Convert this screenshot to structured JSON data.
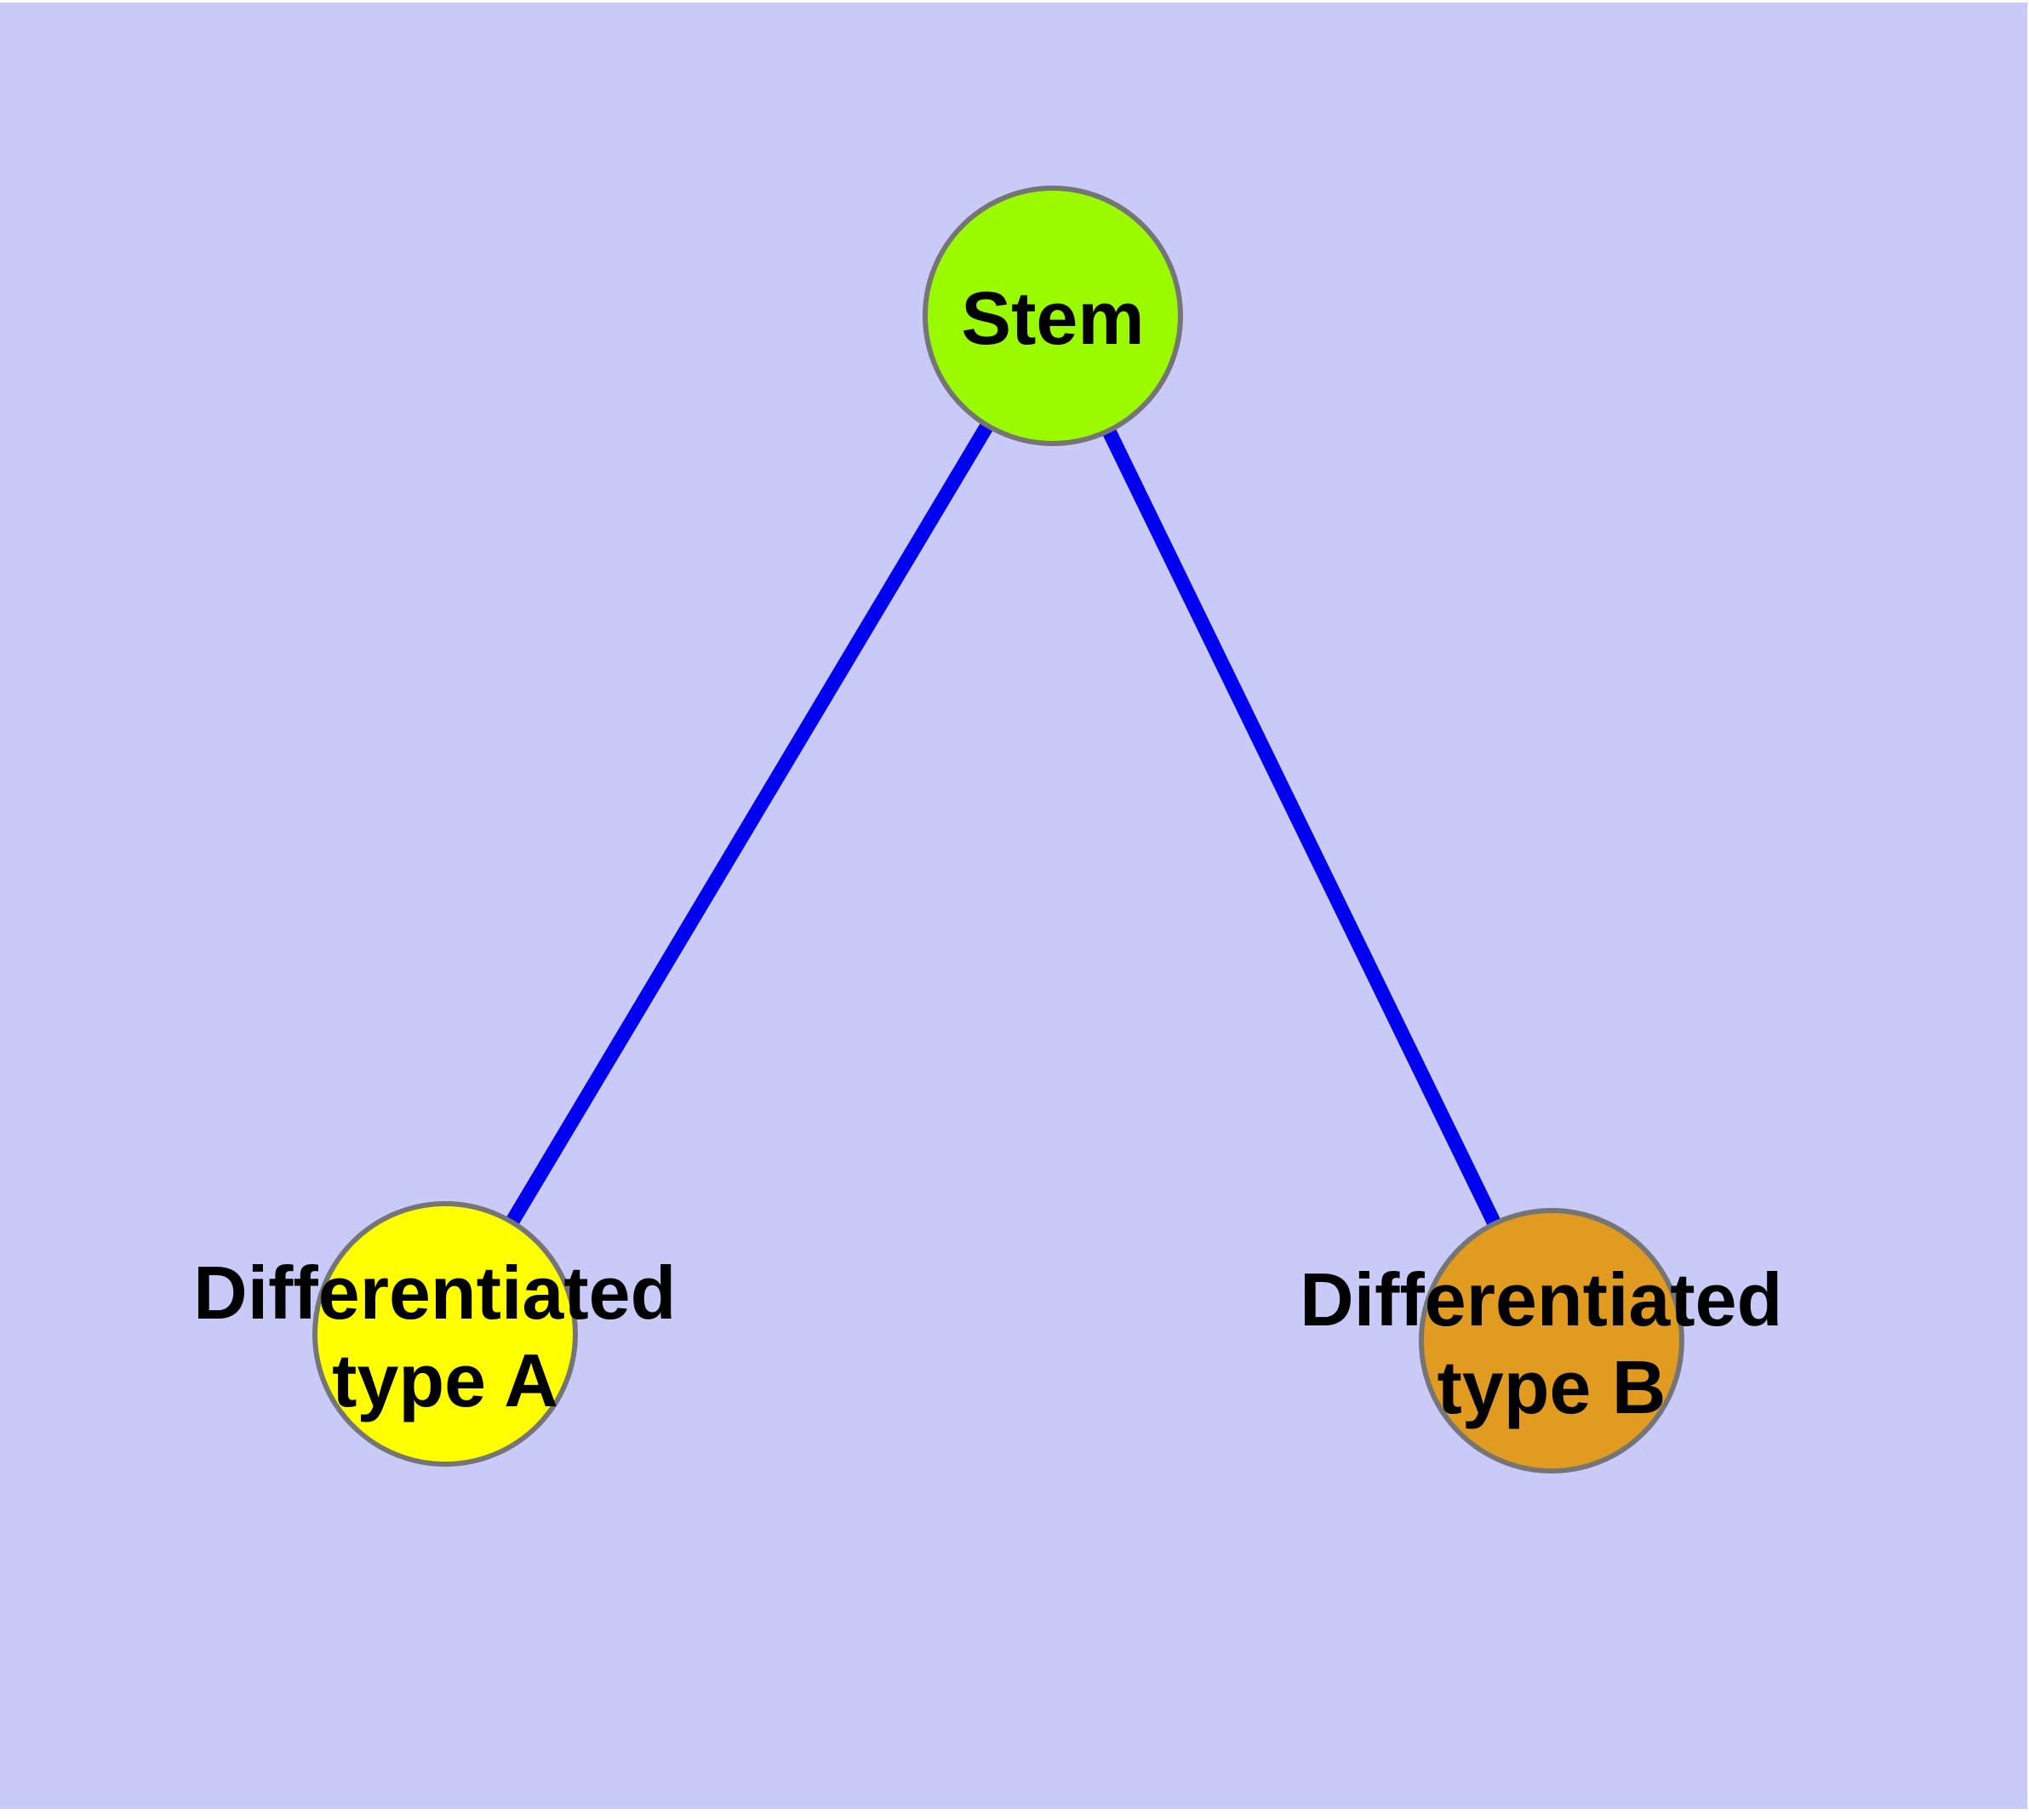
{
  "diagram": {
    "background_color": "#CACAF8",
    "page_color": "#FFFFFF",
    "edge_color": "#0000EE",
    "node_border_color": "#757575",
    "label_color": "#000000",
    "nodes": [
      {
        "id": "stem",
        "label": "Stem",
        "label_line1": "Stem",
        "label_line2": "",
        "fill": "#9AFA00"
      },
      {
        "id": "type-a",
        "label": "Differentiated type A",
        "label_line1": "Differentiated",
        "label_line2": "type A",
        "fill": "#FFFF00"
      },
      {
        "id": "type-b",
        "label": "Differentiated type B",
        "label_line1": "Differentiated",
        "label_line2": "type B",
        "fill": "#E09B20"
      }
    ],
    "edges": [
      {
        "from": "Stem",
        "to": "Differentiated type A"
      },
      {
        "from": "Stem",
        "to": "Differentiated type B"
      }
    ]
  }
}
